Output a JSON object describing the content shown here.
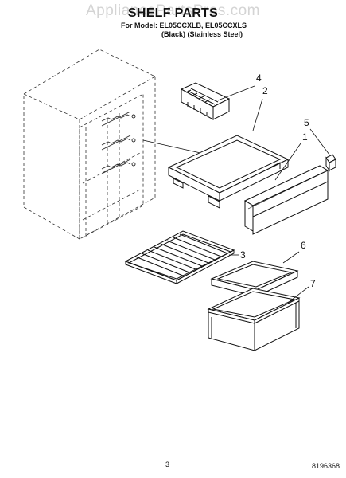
{
  "header": {
    "watermark": "AppliancePartsPros.com",
    "title": "SHELF PARTS",
    "model_line": "For Model: EL05CCXLB, EL05CCXLS",
    "variants_line": "(Black)  (Stainless Steel)"
  },
  "callouts": [
    "1",
    "2",
    "3",
    "4",
    "5",
    "6",
    "7"
  ],
  "footer": {
    "page_number": "3",
    "doc_code": "8196368"
  }
}
